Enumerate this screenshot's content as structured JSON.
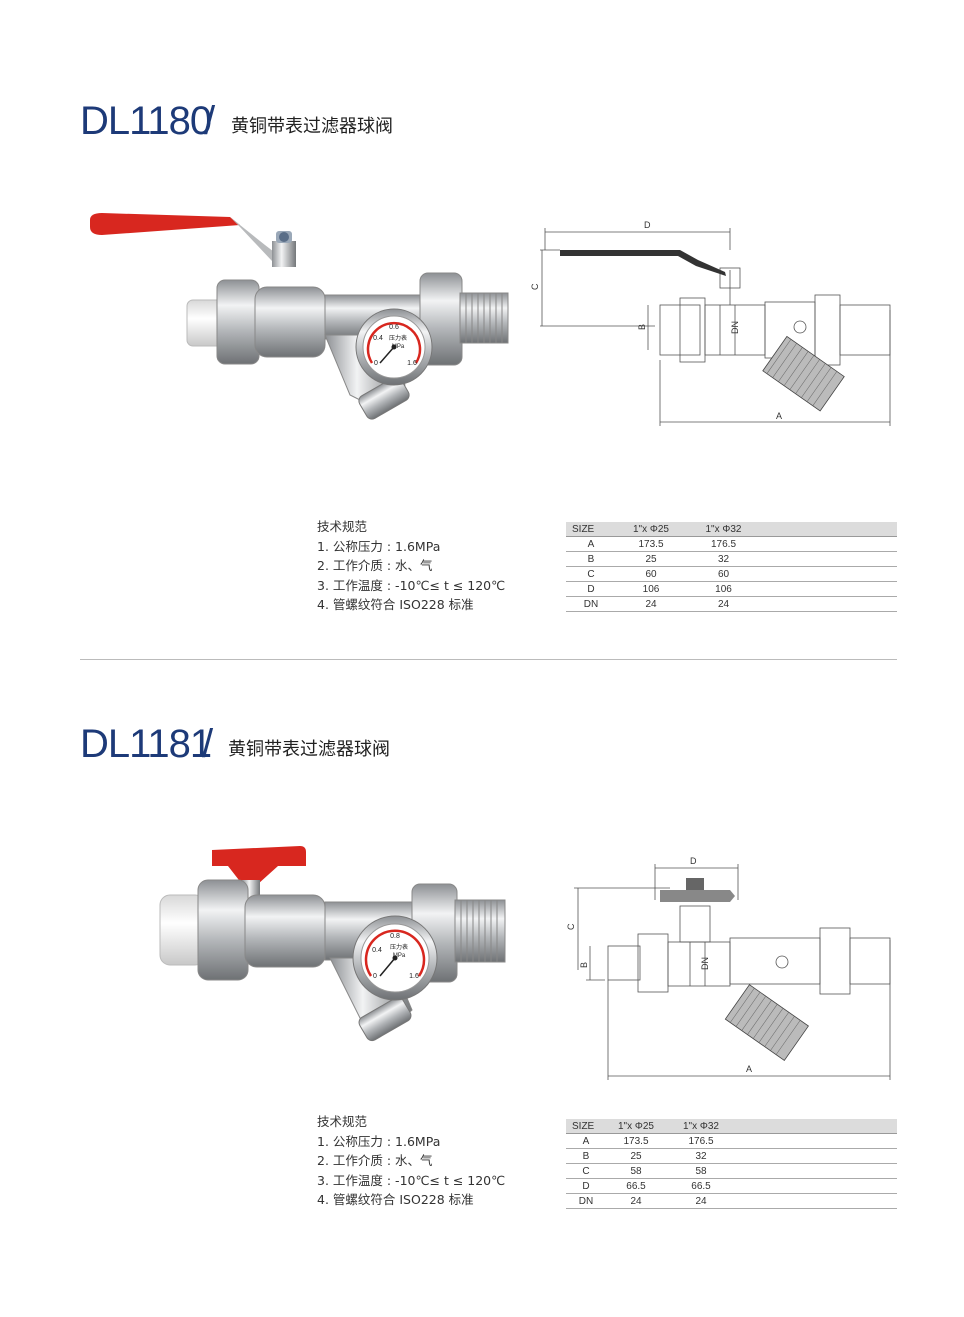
{
  "products": [
    {
      "code": "DL1180",
      "slash": "/",
      "name": "黄铜带表过滤器球阀",
      "gauge": {
        "v1": "0.6",
        "v2": "0.4",
        "v3": "压力表",
        "v4": "MPa",
        "v5": "1.6",
        "v6": "0"
      },
      "drawing_labels": {
        "d": "D",
        "c": "C",
        "b": "B",
        "dn": "DN",
        "a": "A"
      },
      "specs_title": "技术规范",
      "specs": [
        "1. 公称压力 : 1.6MPa",
        "2. 工作介质 :  水、气",
        "3. 工作温度 : -10℃≤ t ≤ 120℃",
        "4. 管螺纹符合 ISO228 标准"
      ],
      "table": {
        "header": [
          "SIZE",
          "1\"x Φ25",
          "1\"x Φ32"
        ],
        "rows": [
          [
            "A",
            "173.5",
            "176.5"
          ],
          [
            "B",
            "25",
            "32"
          ],
          [
            "C",
            "60",
            "60"
          ],
          [
            "D",
            "106",
            "106"
          ],
          [
            "DN",
            "24",
            "24"
          ]
        ]
      }
    },
    {
      "code": "DL1181",
      "slash": "/",
      "name": "黄铜带表过滤器球阀",
      "gauge": {
        "v1": "0.8",
        "v2": "0.4",
        "v3": "压力表",
        "v4": "MPa",
        "v5": "1.6",
        "v6": "0"
      },
      "drawing_labels": {
        "d": "D",
        "c": "C",
        "b": "B",
        "dn": "DN",
        "a": "A"
      },
      "specs_title": "技术规范",
      "specs": [
        "1. 公称压力 : 1.6MPa",
        "2. 工作介质 :  水、气",
        "3. 工作温度 : -10℃≤ t ≤ 120℃",
        "4. 管螺纹符合 ISO228 标准"
      ],
      "table": {
        "header": [
          "SIZE",
          "1\"x Φ25",
          "1\"x Φ32"
        ],
        "rows": [
          [
            "A",
            "173.5",
            "176.5"
          ],
          [
            "B",
            "25",
            "32"
          ],
          [
            "C",
            "58",
            "58"
          ],
          [
            "D",
            "66.5",
            "66.5"
          ],
          [
            "DN",
            "24",
            "24"
          ]
        ]
      }
    }
  ]
}
